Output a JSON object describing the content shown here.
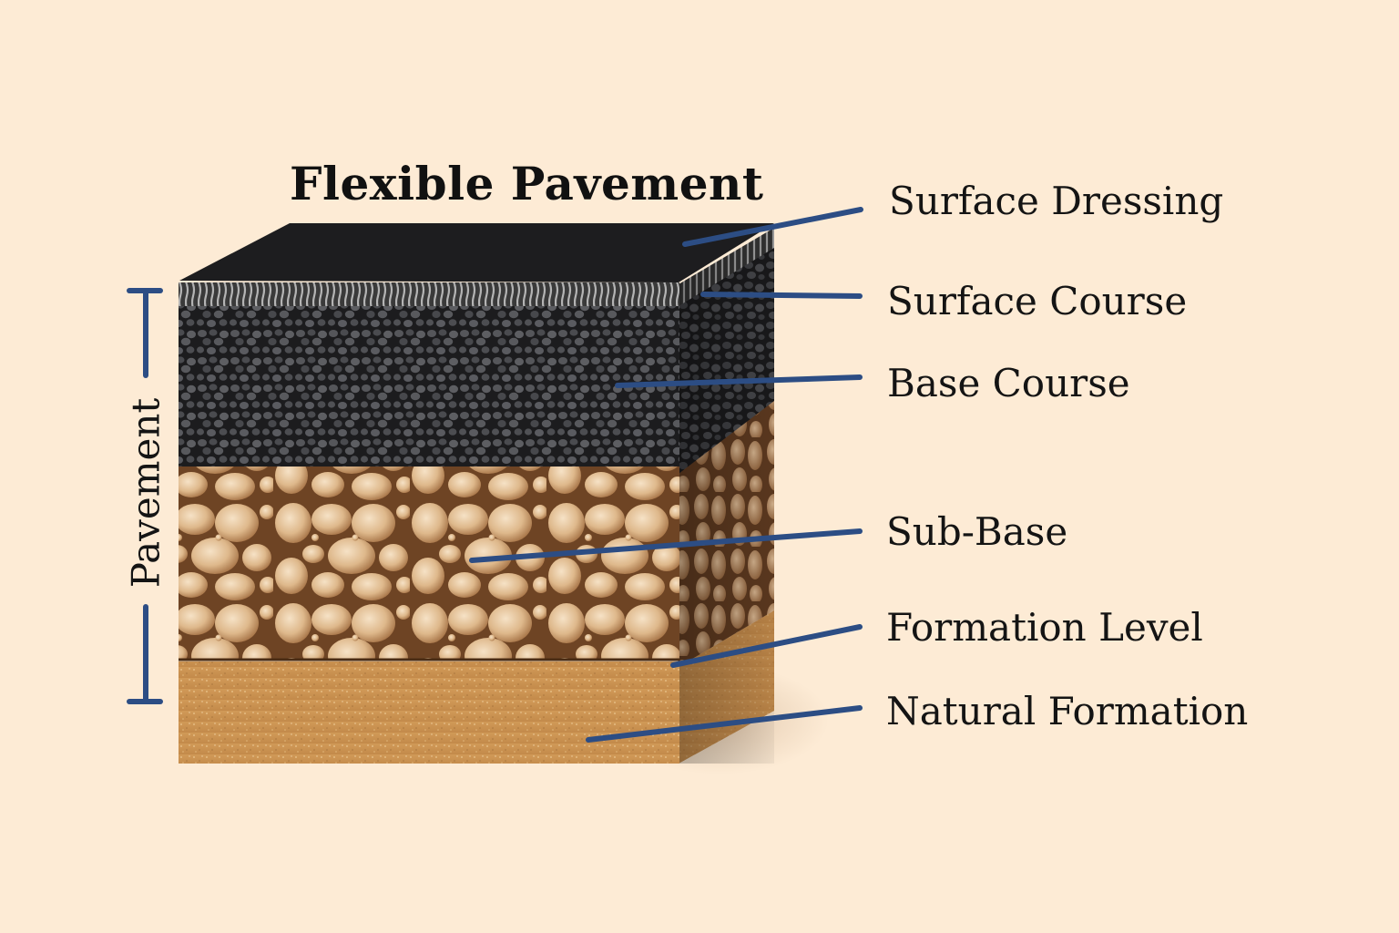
{
  "diagram": {
    "title": "Flexible Pavement",
    "bracket_label": "Pavement",
    "colors": {
      "background": "#fdebd5",
      "leader_line": "#2c4d84",
      "surface_dressing": "#1e1e1f",
      "surface_course": "#8c8c8c",
      "base_course": "#2a2a2c",
      "sub_base": "#d6ac7c",
      "natural_formation": "#c8904e"
    },
    "layers": [
      {
        "id": "surface-dressing",
        "label": "Surface Dressing"
      },
      {
        "id": "surface-course",
        "label": "Surface Course"
      },
      {
        "id": "base-course",
        "label": "Base Course"
      },
      {
        "id": "sub-base",
        "label": "Sub-Base"
      },
      {
        "id": "formation-level",
        "label": "Formation Level"
      },
      {
        "id": "natural-formation",
        "label": "Natural Formation"
      }
    ]
  }
}
